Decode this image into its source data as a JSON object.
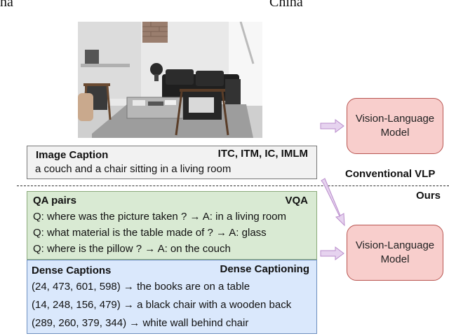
{
  "header": {
    "left_fragment": "na",
    "right_fragment": "China"
  },
  "caption_box": {
    "title": "Image Caption",
    "tag": "ITC, ITM, IC, IMLM",
    "text": "a couch and a chair sitting in a living room"
  },
  "qa_box": {
    "title": "QA pairs",
    "tag": "VQA",
    "lines": [
      "Q: where was the picture taken ? → A: in a living room",
      "Q: what material is the table made of ? → A: glass",
      "Q: where is the pillow ? → A: on the couch"
    ]
  },
  "dense_box": {
    "title": "Dense Captions",
    "tag": "Dense Captioning",
    "lines": [
      "(24, 473, 601, 598) → the books are on a table",
      "(14, 248, 156, 479) → a black chair with a wooden back",
      "(289, 260, 379, 344) → white wall behind chair"
    ]
  },
  "models": {
    "top": "Vision-Language Model",
    "bottom": "Vision-Language Model"
  },
  "labels": {
    "conventional": "Conventional VLP",
    "ours": "Ours"
  },
  "colors": {
    "caption_bg": "#f2f2f2",
    "qa_bg": "#d9ead3",
    "dense_bg": "#dae8fc",
    "model_bg": "#f8cecc",
    "arrow": "#d7b6e3"
  }
}
